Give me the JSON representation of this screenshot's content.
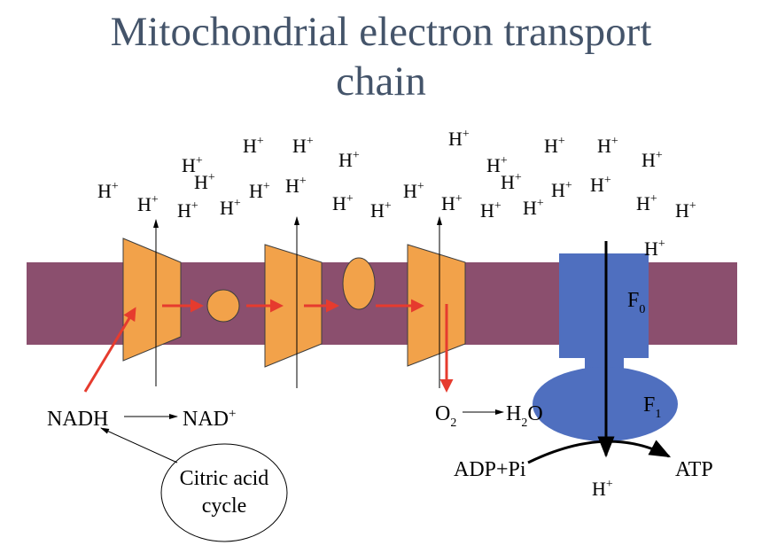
{
  "title": {
    "line1": "Mitochondrial electron transport",
    "line2": "chain"
  },
  "proton": {
    "base": "H",
    "charge": "+"
  },
  "labels": {
    "nadh": "NADH",
    "nad_plus": {
      "base": "NAD",
      "sup": "+"
    },
    "citric_acid_cycle": {
      "line1": "Citric acid",
      "line2": "cycle"
    },
    "oxygen": {
      "base": "O",
      "sub": "2"
    },
    "water": {
      "base1": "H",
      "sub": "2",
      "base2": "O"
    },
    "f0": {
      "base": "F",
      "sub": "0"
    },
    "f1": {
      "base": "F",
      "sub": "1"
    },
    "adp_pi": "ADP+Pi",
    "atp": "ATP",
    "matrix_proton": {
      "base": "H",
      "sup": "+"
    }
  },
  "colors": {
    "title": "#44546a",
    "membrane": "#8b4f6e",
    "complex": "#f2a24a",
    "atp_synthase": "#4f6fbf",
    "red_arrow": "#e63b2e",
    "line": "#000000"
  }
}
